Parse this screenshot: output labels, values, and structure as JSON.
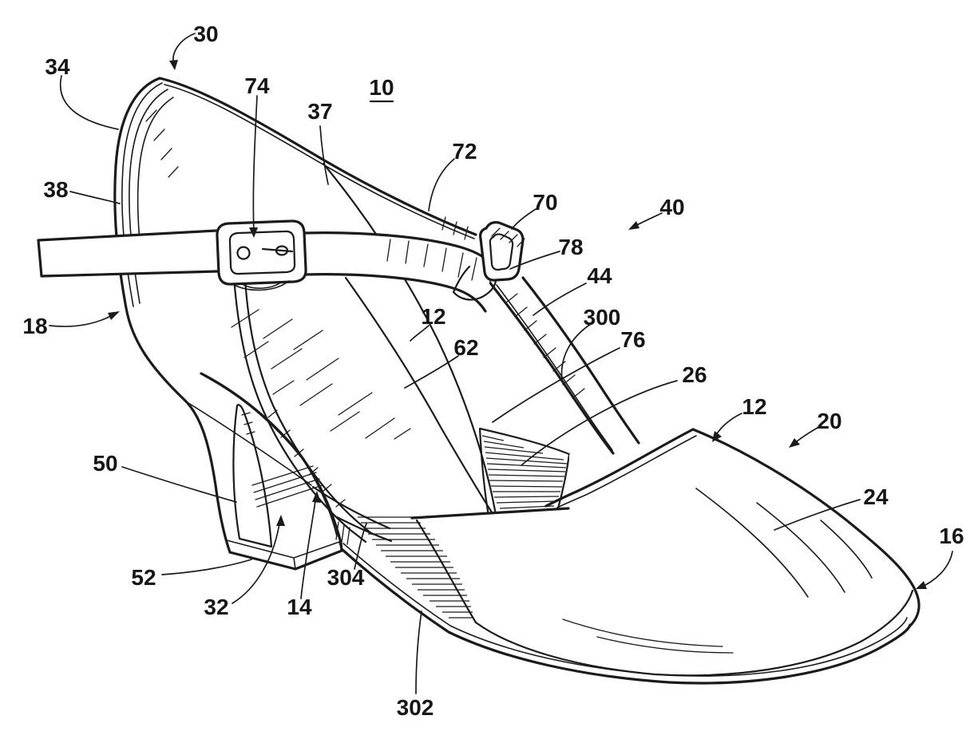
{
  "figure": {
    "reference": "10",
    "style": "patent-line-drawing",
    "subject": "t-strap-high-heel-shoe"
  },
  "colors": {
    "ink": "#1b1b1b",
    "paper": "#ffffff"
  },
  "labels": [
    {
      "text": "30",
      "has_arrowhead": true,
      "underlined": false
    },
    {
      "text": "34",
      "has_arrowhead": false,
      "underlined": false
    },
    {
      "text": "38",
      "has_arrowhead": false,
      "underlined": false
    },
    {
      "text": "18",
      "has_arrowhead": true,
      "underlined": false
    },
    {
      "text": "74",
      "has_arrowhead": true,
      "underlined": false
    },
    {
      "text": "10",
      "has_arrowhead": false,
      "underlined": true
    },
    {
      "text": "37",
      "has_arrowhead": false,
      "underlined": false
    },
    {
      "text": "72",
      "has_arrowhead": false,
      "underlined": false
    },
    {
      "text": "70",
      "has_arrowhead": false,
      "underlined": false
    },
    {
      "text": "40",
      "has_arrowhead": true,
      "underlined": false
    },
    {
      "text": "78",
      "has_arrowhead": false,
      "underlined": false
    },
    {
      "text": "44",
      "has_arrowhead": false,
      "underlined": false
    },
    {
      "text": "12",
      "has_arrowhead": false,
      "underlined": false
    },
    {
      "text": "62",
      "has_arrowhead": false,
      "underlined": false
    },
    {
      "text": "300",
      "has_arrowhead": false,
      "underlined": false
    },
    {
      "text": "76",
      "has_arrowhead": false,
      "underlined": false
    },
    {
      "text": "26",
      "has_arrowhead": false,
      "underlined": false
    },
    {
      "text": "12",
      "has_arrowhead": true,
      "underlined": false
    },
    {
      "text": "20",
      "has_arrowhead": true,
      "underlined": false
    },
    {
      "text": "24",
      "has_arrowhead": false,
      "underlined": false
    },
    {
      "text": "16",
      "has_arrowhead": true,
      "underlined": false
    },
    {
      "text": "50",
      "has_arrowhead": false,
      "underlined": false
    },
    {
      "text": "52",
      "has_arrowhead": false,
      "underlined": false
    },
    {
      "text": "32",
      "has_arrowhead": true,
      "underlined": false
    },
    {
      "text": "14",
      "has_arrowhead": true,
      "underlined": false
    },
    {
      "text": "304",
      "has_arrowhead": false,
      "underlined": false
    },
    {
      "text": "302",
      "has_arrowhead": false,
      "underlined": false
    }
  ]
}
